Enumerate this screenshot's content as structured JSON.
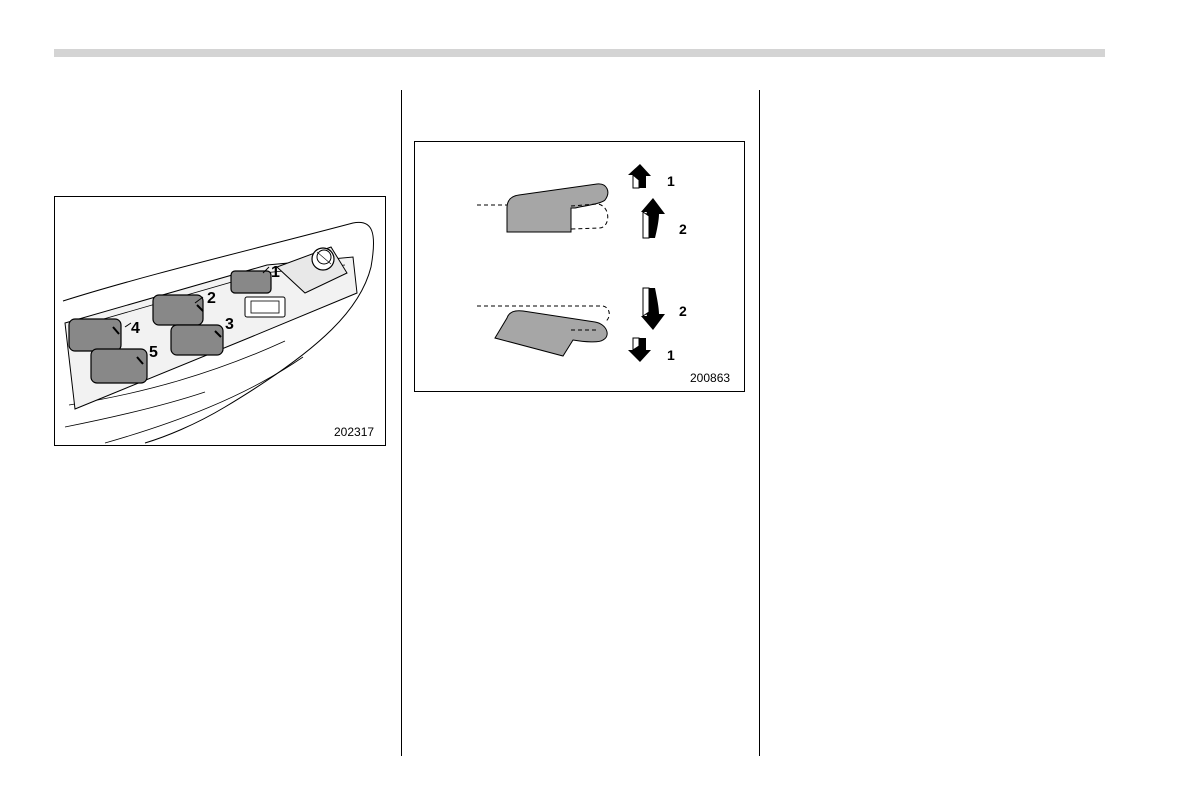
{
  "figure_left": {
    "id": "202317",
    "callouts": [
      "1",
      "2",
      "3",
      "4",
      "5"
    ]
  },
  "figure_right": {
    "id": "200863",
    "callouts_up": [
      "1",
      "2"
    ],
    "callouts_down": [
      "2",
      "1"
    ]
  }
}
